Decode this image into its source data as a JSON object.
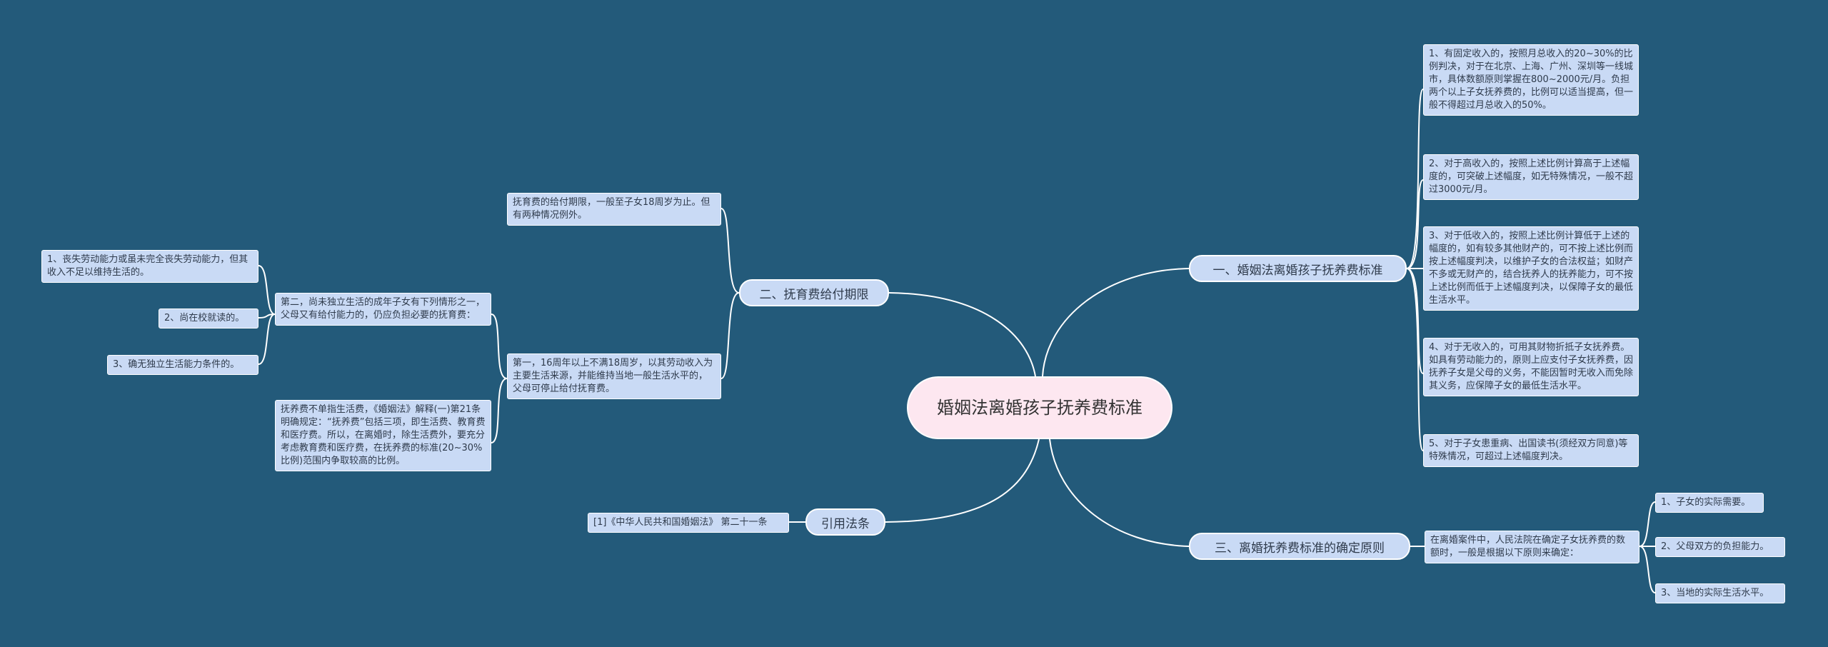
{
  "root": "婚姻法离婚孩子抚养费标准",
  "branches": {
    "standard": "一、婚姻法离婚孩子抚养费标准",
    "principle": "三、离婚抚养费标准的确定原则",
    "period": "二、抚育费给付期限",
    "law": "引用法条"
  },
  "standard_items": [
    "1、有固定收入的，按照月总收入的20~30%的比例判决，对于在北京、上海、广州、深圳等一线城市，具体数额原则掌握在800~2000元/月。负担两个以上子女抚养费的，比例可以适当提高，但一般不得超过月总收入的50%。",
    "2、对于高收入的，按照上述比例计算高于上述幅度的，可突破上述幅度，如无特殊情况，一般不超过3000元/月。",
    "3、对于低收入的，按照上述比例计算低于上述的幅度的，如有较多其他财产的，可不按上述比例而按上述幅度判决，以维护子女的合法权益；如财产不多或无财产的，结合抚养人的抚养能力，可不按上述比例而低于上述幅度判决，以保障子女的最低生活水平。",
    "4、对于无收入的，可用其财物折抵子女抚养费。如具有劳动能力的，原则上应支付子女抚养费，因抚养子女是父母的义务，不能因暂时无收入而免除其义务，应保障子女的最低生活水平。",
    "5、对于子女患重病、出国读书(须经双方同意)等特殊情况，可超过上述幅度判决。"
  ],
  "principle": {
    "intro": "在离婚案件中，人民法院在确定子女抚养费的数额时，一般是根据以下原则来确定：",
    "items": [
      "1、子女的实际需要。",
      "2、父母双方的负担能力。",
      "3、当地的实际生活水平。"
    ]
  },
  "period": {
    "limit": "抚育费的给付期限，一般至子女18周岁为止。但有两种情况例外。",
    "first": "第一，16周年以上不满18周岁，以其劳动收入为主要生活来源，并能维持当地一般生活水平的，父母可停止给付抚育费。",
    "second": "第二，尚未独立生活的成年子女有下列情形之一，父母又有给付能力的，仍应负担必要的抚育费：",
    "second_items": [
      "1、丧失劳动能力或虽未完全丧失劳动能力，但其收入不足以维持生活的。",
      "2、尚在校就读的。",
      "3、确无独立生活能力条件的。"
    ],
    "note": "抚养费不单指生活费，《婚姻法》解释(一)第21条明确规定：“抚养费”包括三项，即生活费、教育费和医疗费。所以，在离婚时，除生活费外，要充分考虑教育费和医疗费，在抚养费的标准(20~30%比例)范围内争取较高的比例。"
  },
  "law": {
    "citation": "[1]《中华人民共和国婚姻法》 第二十一条"
  },
  "colors": {
    "background": "#235a7a",
    "root_fill": "#fde7f0",
    "node_fill": "#c9daf5",
    "line": "#ffffff"
  }
}
